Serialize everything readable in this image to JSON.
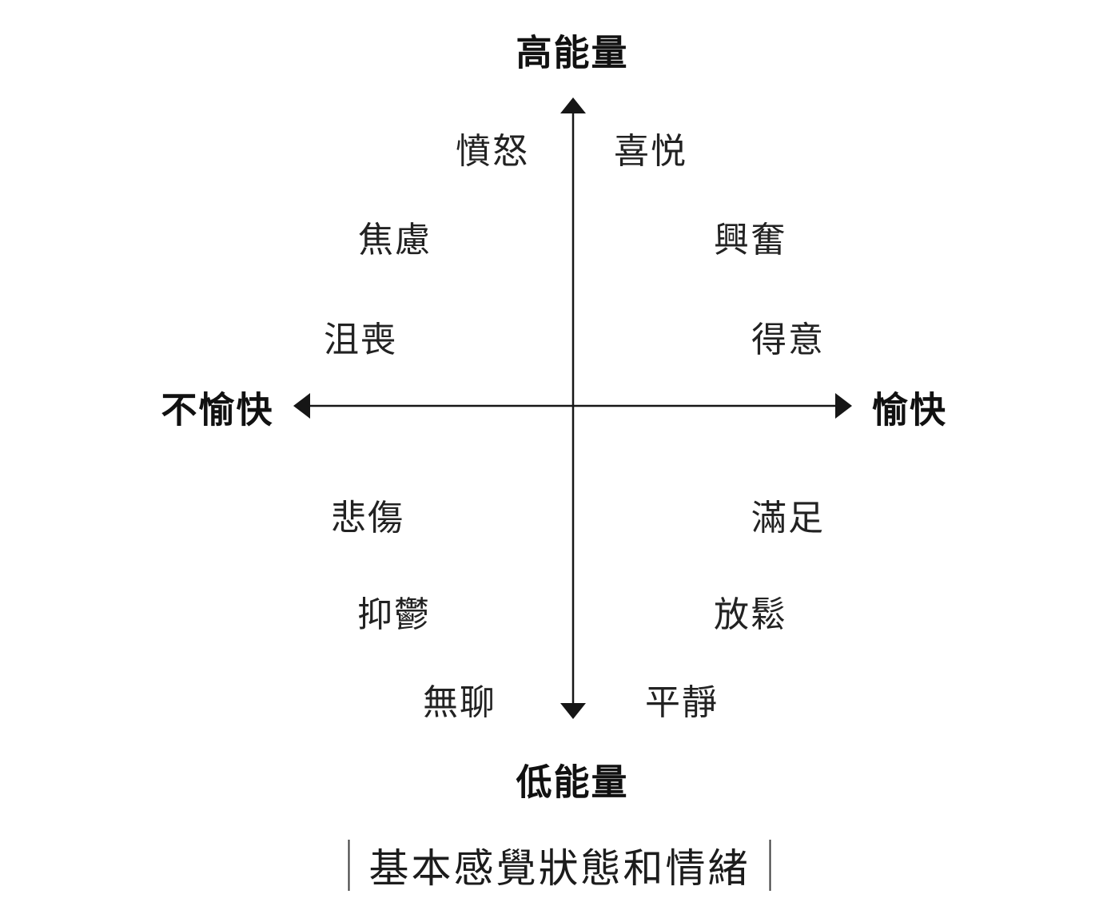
{
  "diagram": {
    "caption": "基本感覺狀態和情緒",
    "axes": {
      "vertical_top_label": "高能量",
      "vertical_bottom_label": "低能量",
      "horizontal_left_label": "不愉快",
      "horizontal_right_label": "愉快"
    },
    "quadrants": {
      "top_left": [
        "憤怒",
        "焦慮",
        "沮喪"
      ],
      "top_right": [
        "喜悦",
        "興奮",
        "得意"
      ],
      "bottom_left": [
        "悲傷",
        "抑鬱",
        "無聊"
      ],
      "bottom_right": [
        "滿足",
        "放鬆",
        "平靜"
      ]
    },
    "colors": {
      "ink": "#111111",
      "light_ink": "#222222",
      "background": "#ffffff"
    }
  }
}
